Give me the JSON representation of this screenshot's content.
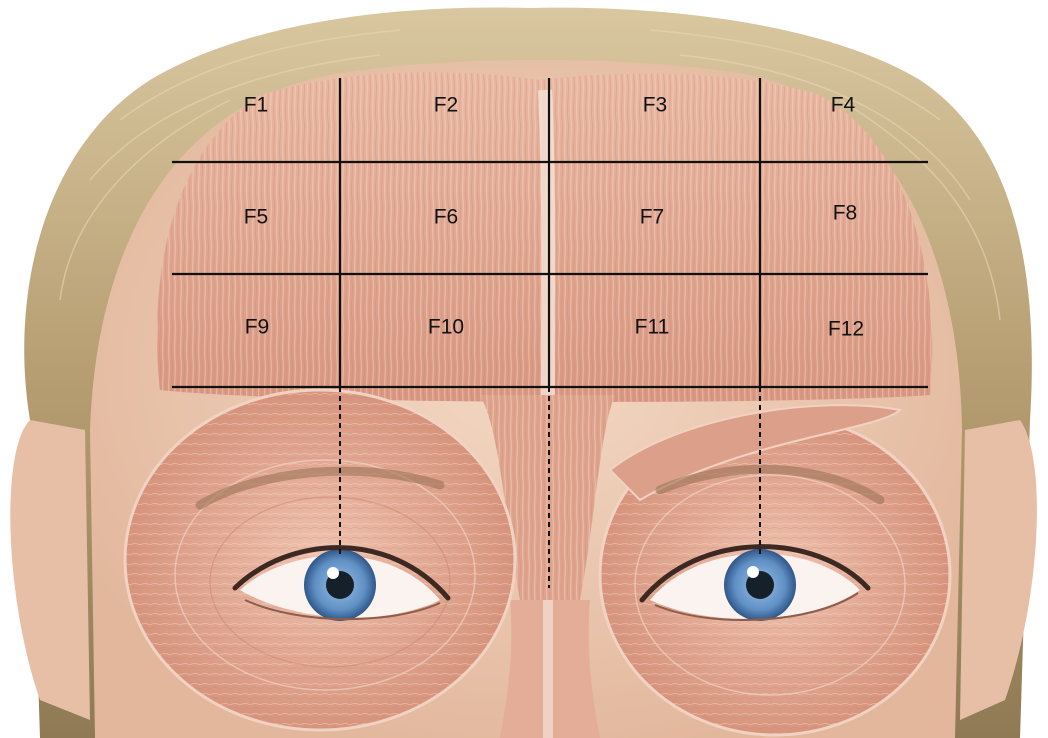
{
  "grid": {
    "rows": 3,
    "cols": 4,
    "zones": [
      {
        "id": "F1",
        "label": "F1"
      },
      {
        "id": "F2",
        "label": "F2"
      },
      {
        "id": "F3",
        "label": "F3"
      },
      {
        "id": "F4",
        "label": "F4"
      },
      {
        "id": "F5",
        "label": "F5"
      },
      {
        "id": "F6",
        "label": "F6"
      },
      {
        "id": "F7",
        "label": "F7"
      },
      {
        "id": "F8",
        "label": "F8"
      },
      {
        "id": "F9",
        "label": "F9"
      },
      {
        "id": "F10",
        "label": "F10"
      },
      {
        "id": "F11",
        "label": "F11"
      },
      {
        "id": "F12",
        "label": "F12"
      }
    ]
  },
  "colors": {
    "skin": "#efcfb8",
    "muscle": "#d99a85",
    "muscle_light": "#e8b5a0",
    "hair": "#b59d72",
    "hair_light": "#d6c39c",
    "iris": "#5f8fc4",
    "grid_line": "#111111"
  }
}
